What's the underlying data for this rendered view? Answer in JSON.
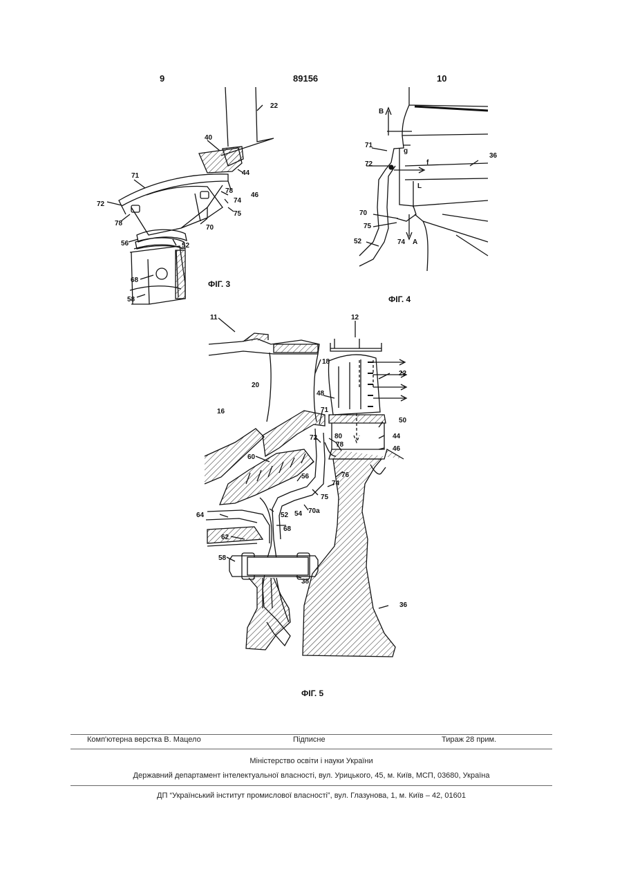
{
  "header": {
    "page_left": "9",
    "patent_number": "89156",
    "page_right": "10"
  },
  "figures": {
    "fig3": {
      "caption": "ФІГ. 3",
      "labels": [
        "22",
        "40",
        "44",
        "46",
        "71",
        "78",
        "72",
        "74",
        "75",
        "78",
        "70",
        "56",
        "52",
        "68",
        "58"
      ]
    },
    "fig4": {
      "caption": "ФІГ. 4",
      "labels": [
        "B",
        "71",
        "g",
        "36",
        "72",
        "f",
        "L",
        "70",
        "75",
        "52",
        "74",
        "A"
      ]
    },
    "fig5": {
      "caption": "ФІГ. 5",
      "labels": [
        "11",
        "12",
        "18",
        "22",
        "20",
        "48",
        "16",
        "71",
        "50",
        "72",
        "80",
        "44",
        "78",
        "46",
        "60",
        "56",
        "74",
        "76",
        "75",
        "70a",
        "54",
        "52",
        "64",
        "68",
        "62",
        "58",
        "38",
        "36"
      ]
    }
  },
  "footer": {
    "typeset": "Комп'ютерна верстка В. Мацело",
    "signed": "Підписне",
    "print_run": "Тираж 28 прим.",
    "ministry": "Міністерство освіти і науки України",
    "department": "Державний департамент інтелектуальної власності, вул. Урицького, 45, м. Київ, МСП, 03680, Україна",
    "institute": "ДП “Український інститут промислової власності”, вул. Глазунова, 1, м. Київ – 42, 01601"
  }
}
